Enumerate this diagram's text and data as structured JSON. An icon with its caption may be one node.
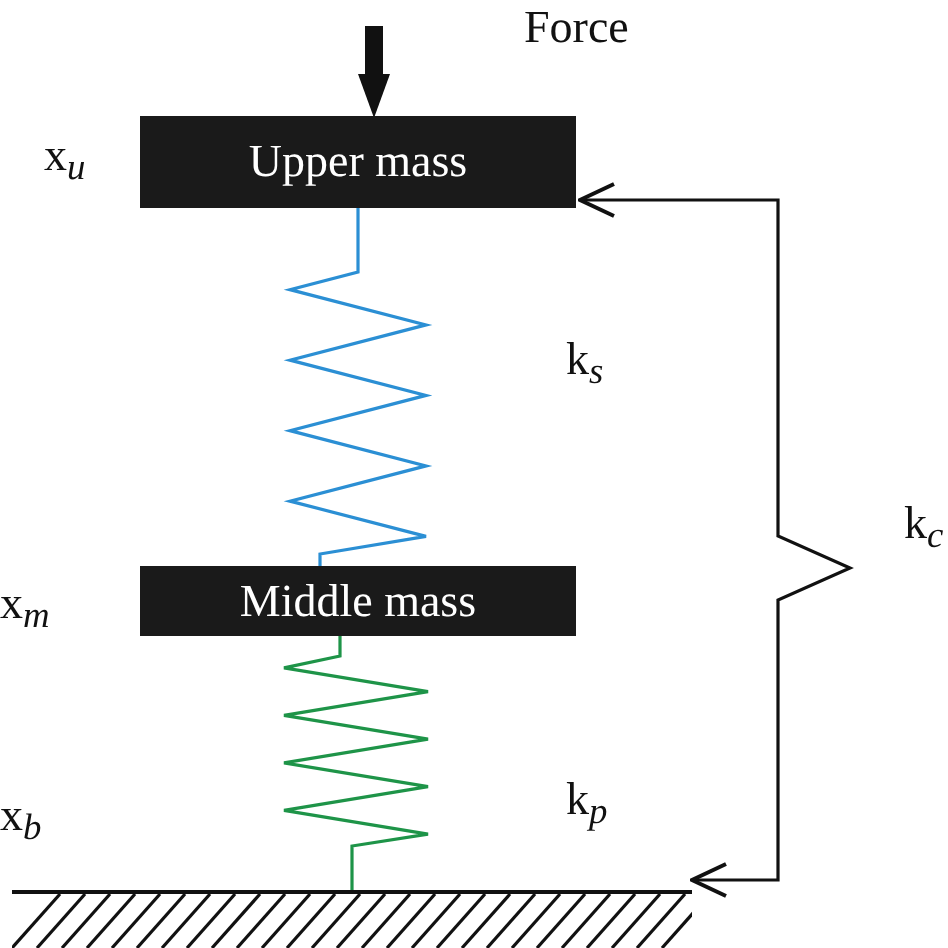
{
  "diagram": {
    "nodes": [
      {
        "text": [
          "Upper mass"
        ]
      },
      {
        "text": [
          "Middle mass"
        ]
      },
      {
        "text": [],
        "shape": "ground"
      }
    ],
    "edges": [
      {
        "from": null,
        "to": 0,
        "arrow": "to",
        "label": "Force",
        "style": "thick"
      },
      {
        "from": 0,
        "to": 1,
        "arrow": "none",
        "label": "k$_{s}$",
        "color": "#2b8fd4"
      },
      {
        "from": 1,
        "to": 2,
        "arrow": "none",
        "label": "k$_{p}$",
        "color": "#1e9448"
      },
      {
        "from": 0,
        "to": 2,
        "arrow": "both",
        "label": "k$_{c}$"
      }
    ],
    "labels": [
      "x$_{u}$",
      "x$_{m}$",
      "x$_{b}$"
    ]
  }
}
